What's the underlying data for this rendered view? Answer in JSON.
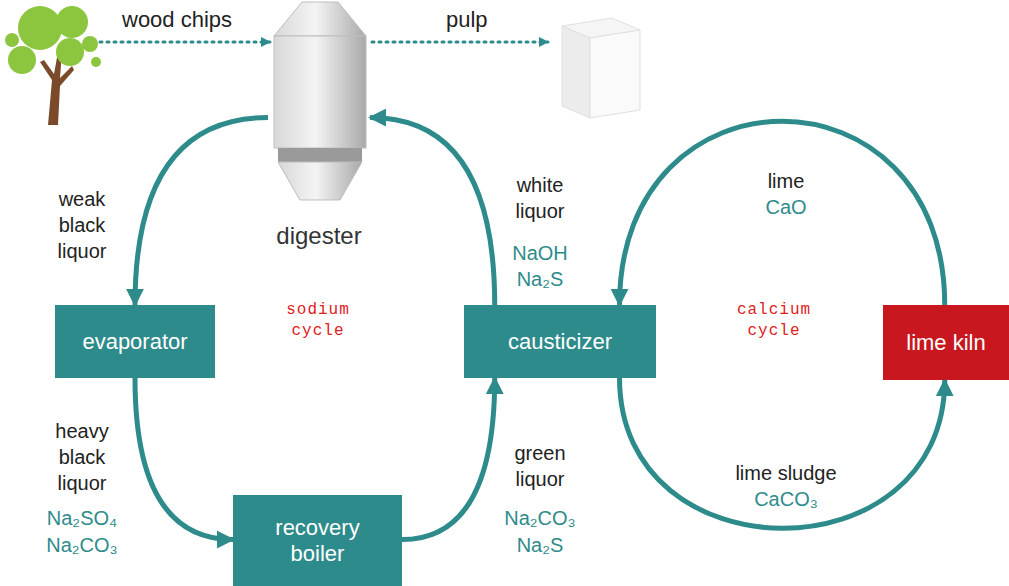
{
  "diagram": {
    "nodes": [
      {
        "text": [
          "digester"
        ]
      },
      {
        "text": [
          "evaporator"
        ]
      },
      {
        "text": [
          "causticizer"
        ]
      },
      {
        "text": [
          "lime kiln"
        ]
      },
      {
        "text": [
          "recovery boiler"
        ]
      }
    ],
    "edges": [
      {
        "from": 0,
        "to": 1,
        "arrow": "to",
        "label": "weak black liquor"
      },
      {
        "from": 1,
        "to": 4,
        "arrow": "to",
        "label": "heavy black liquor"
      },
      {
        "from": 4,
        "to": 2,
        "arrow": "to",
        "label": "green liquor"
      },
      {
        "from": 2,
        "to": 0,
        "arrow": "to",
        "label": "white liquor"
      },
      {
        "from": 3,
        "to": 2,
        "arrow": "to",
        "label": "lime"
      },
      {
        "from": 2,
        "to": 3,
        "arrow": "to",
        "label": "lime sludge"
      }
    ],
    "labels": [
      "wood chips",
      "pulp",
      "Na₂SO₄",
      "Na₂CO₃",
      "Na₂CO₃",
      "Na₂S",
      "NaOH",
      "Na₂S",
      "CaO",
      "CaCO₃",
      "sodium cycle",
      "calcium cycle"
    ]
  }
}
